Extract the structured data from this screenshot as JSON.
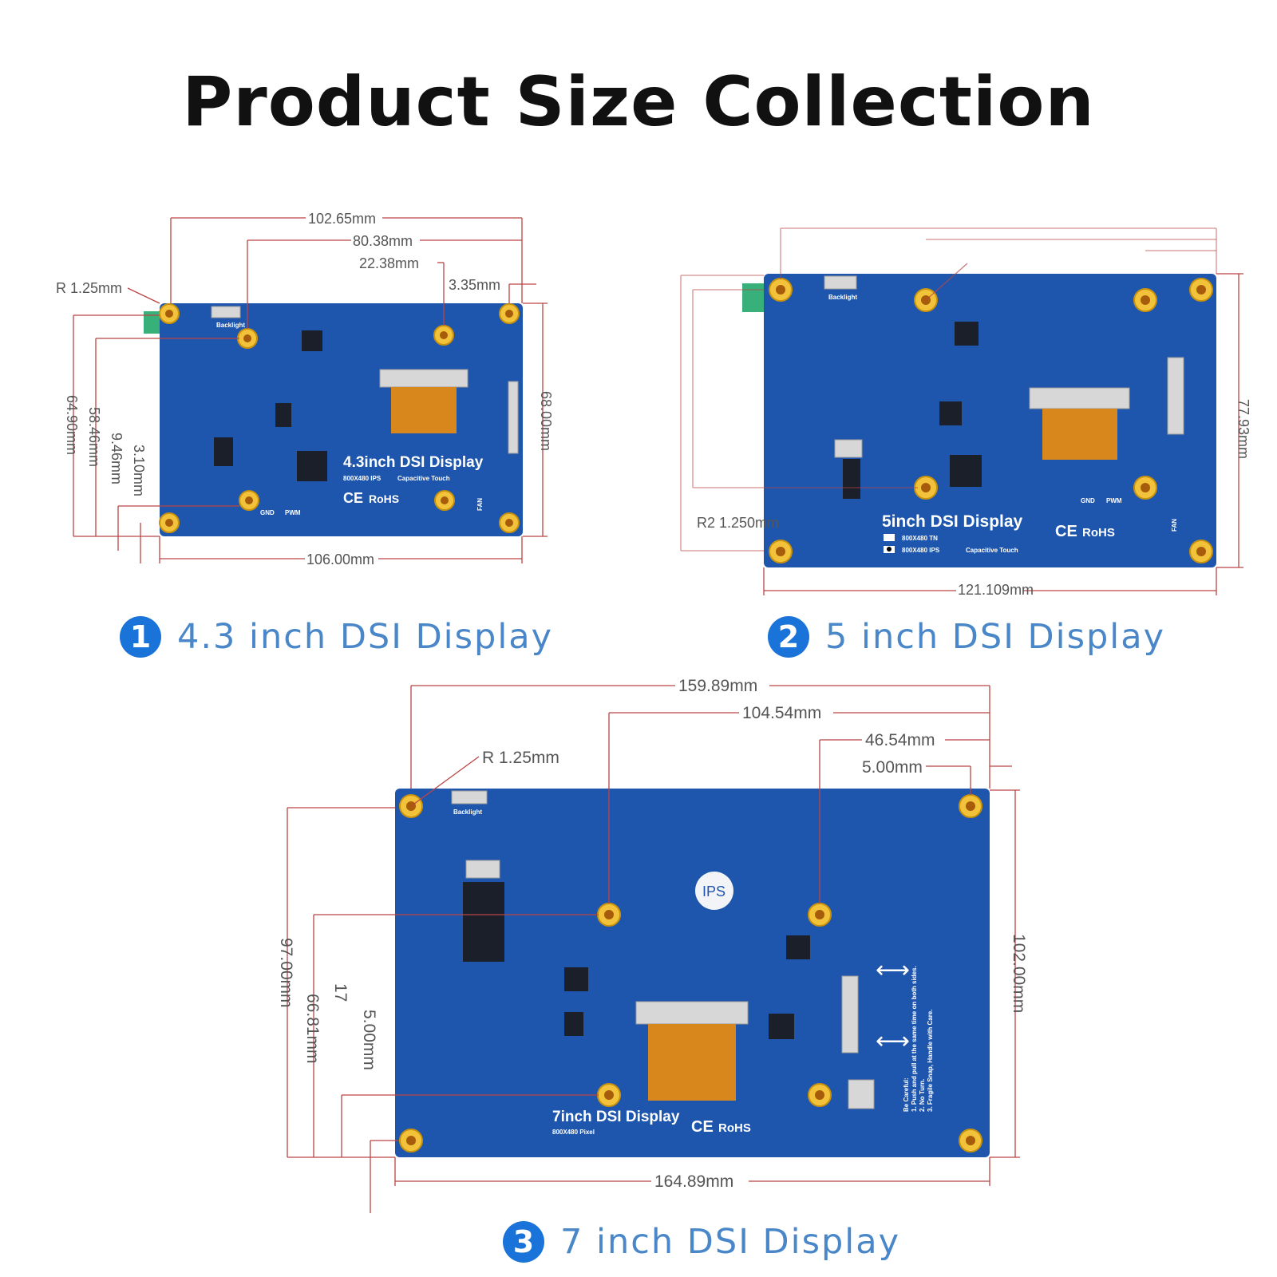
{
  "title": "Product Size Collection",
  "displays": [
    {
      "number": "1",
      "caption": "4.3 inch DSI Display",
      "board_label": "4.3inch DSI Display",
      "board_spec": "800X480 IPS",
      "board_touch": "Capacitive Touch",
      "backlight_label": "Backlight",
      "gnd_label": "GND",
      "pwm_label": "PWM",
      "fan_label": "FAN",
      "dims": {
        "w1": "102.65mm",
        "w2": "80.38mm",
        "w3": "22.38mm",
        "w4": "3.35mm",
        "radius": "R 1.25mm",
        "bottom": "106.00mm",
        "right": "68.00mm",
        "h1": "64.90mm",
        "h2": "58.46mm",
        "h3": "9.46mm",
        "h4": "3.10mm"
      }
    },
    {
      "number": "2",
      "caption": "5 inch DSI Display",
      "board_label": "5inch DSI Display",
      "board_spec_1": "800X480 TN",
      "board_spec_2": "800X480 IPS",
      "board_touch": "Capacitive Touch",
      "backlight_label": "Backlight",
      "gnd_label": "GND",
      "pwm_label": "PWM",
      "fan_label": "FAN",
      "dims": {
        "bottom": "121.109mm",
        "right": "77.93mm",
        "radius": "R2 1.250mm"
      }
    },
    {
      "number": "3",
      "caption": "7 inch DSI Display",
      "board_label": "7inch DSI Display",
      "board_spec": "800X480 Pixel",
      "ips_badge": "IPS",
      "backlight_label": "Backlight",
      "caution_title": "Be Careful:",
      "caution_1": "1. Push and pull at the same time on both sides.",
      "caution_2": "2. No Turn.",
      "caution_3": "3. Fragile Snap, Handle with Care.",
      "dims": {
        "w1": "159.89mm",
        "w2": "104.54mm",
        "w3": "46.54mm",
        "w4": "5.00mm",
        "radius": "R 1.25mm",
        "bottom": "164.89mm",
        "right": "102.00mm",
        "h1": "97.00mm",
        "h2": "66.81mm",
        "h3": "17",
        "h4": "5.00mm"
      }
    }
  ],
  "compliance": [
    "CE",
    "RoHS"
  ],
  "colors": {
    "board": "#1f56ad",
    "dimension_line": "#bb4444",
    "caption": "#4a87c9",
    "badge": "#1a73d9"
  }
}
